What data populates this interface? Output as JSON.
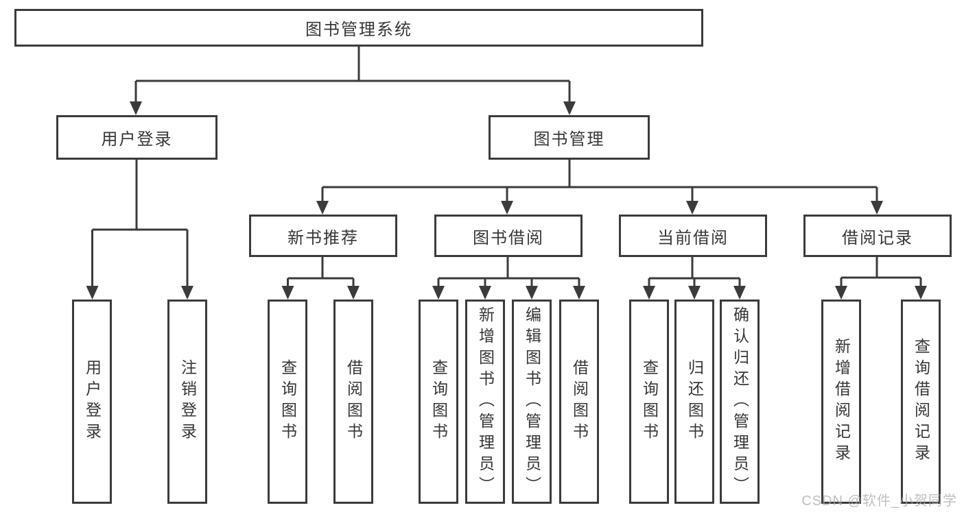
{
  "colors": {
    "line": "#3b3b3b",
    "box_border": "#3b3b3b",
    "box_fill": "#ffffff",
    "text": "#363636",
    "watermark": "#aaaaaa",
    "background": "#ffffff"
  },
  "tree": {
    "root": {
      "label": "图书管理系统"
    },
    "branches": [
      {
        "label": "用户登录",
        "children": [
          {
            "label": "用户登录"
          },
          {
            "label": "注销登录"
          }
        ]
      },
      {
        "label": "图书管理",
        "children": [
          {
            "label": "新书推荐",
            "children": [
              {
                "label": "查询图书"
              },
              {
                "label": "借阅图书"
              }
            ]
          },
          {
            "label": "图书借阅",
            "children": [
              {
                "label": "查询图书"
              },
              {
                "label": "新增图书（管理员）"
              },
              {
                "label": "编辑图书（管理员）"
              },
              {
                "label": "借阅图书"
              }
            ]
          },
          {
            "label": "当前借阅",
            "children": [
              {
                "label": "查询图书"
              },
              {
                "label": "归还图书"
              },
              {
                "label": "确认归还（管理员）"
              }
            ]
          },
          {
            "label": "借阅记录",
            "children": [
              {
                "label": "新增借阅记录"
              },
              {
                "label": "查询借阅记录"
              }
            ]
          }
        ]
      }
    ]
  },
  "watermark": {
    "text": "CSDN @软件_小贺同学"
  }
}
